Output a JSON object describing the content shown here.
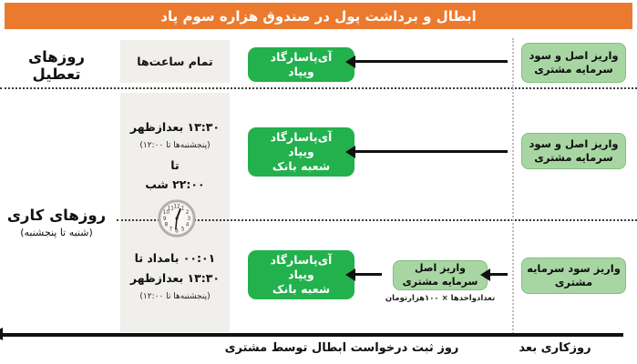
{
  "title": "ابطال و برداشت پول در صندوق هزاره سوم پاد",
  "colors": {
    "header_bg": "#EB7A2E",
    "channel_green": "#22B14C",
    "outcome_green": "#A8D6A3",
    "outcome_border": "#83BD7F",
    "schedule_bg": "#F0EFEC"
  },
  "rows": {
    "holidays": {
      "label": "روزهای تعطیل"
    },
    "working": {
      "label": "روزهای کاری",
      "sublabel": "(شنبه تا پنجشنبه)"
    }
  },
  "schedule": {
    "all_hours": "تمام ساعت‌ها",
    "afternoon": {
      "start": "۱۳:۳۰ بعدازظهر",
      "thursday_note": "(پنجشنبه‌ها تا ۱۲:۰۰)",
      "until_word": "تا",
      "end": "۲۲:۰۰ شب"
    },
    "morning": {
      "line1": "۰۰:۰۱ بامداد تا",
      "line2": "۱۳:۳۰ بعدازظهر",
      "thursday_note": "(پنجشنبه‌ها تا ۱۲:۰۰)"
    }
  },
  "channels": {
    "holiday": {
      "lines": [
        "آی‌پاسارگاد",
        "ویپاد"
      ]
    },
    "working_afternoon": {
      "lines": [
        "آی‌پاسارگاد",
        "ویپاد",
        "شعبه بانک"
      ]
    },
    "working_morning": {
      "lines": [
        "آی‌پاسارگاد",
        "ویپاد",
        "شعبه بانک"
      ]
    }
  },
  "outcomes": {
    "holiday": {
      "lines": [
        "واریز اصل و سود",
        "سرمایه مشتری"
      ]
    },
    "working_afternoon": {
      "lines": [
        "واریز اصل و سود",
        "سرمایه مشتری"
      ]
    },
    "working_morning_principal": {
      "lines": [
        "واریز اصل",
        "سرمایه مشتری"
      ],
      "caption": "تعدادواحدها × ۱۰۰هزارتومان"
    },
    "working_morning_profit": {
      "lines": [
        "واریز سود سرمایه",
        "مشتری"
      ]
    }
  },
  "timeline": {
    "request_day": "روز ثبت درخواست ابطال توسط مشتری",
    "next_day": "روزکاری بعد"
  },
  "clock": {
    "numerals": [
      "1",
      "2",
      "3",
      "4",
      "5",
      "6",
      "7",
      "8",
      "9",
      "10",
      "11",
      "12"
    ]
  }
}
